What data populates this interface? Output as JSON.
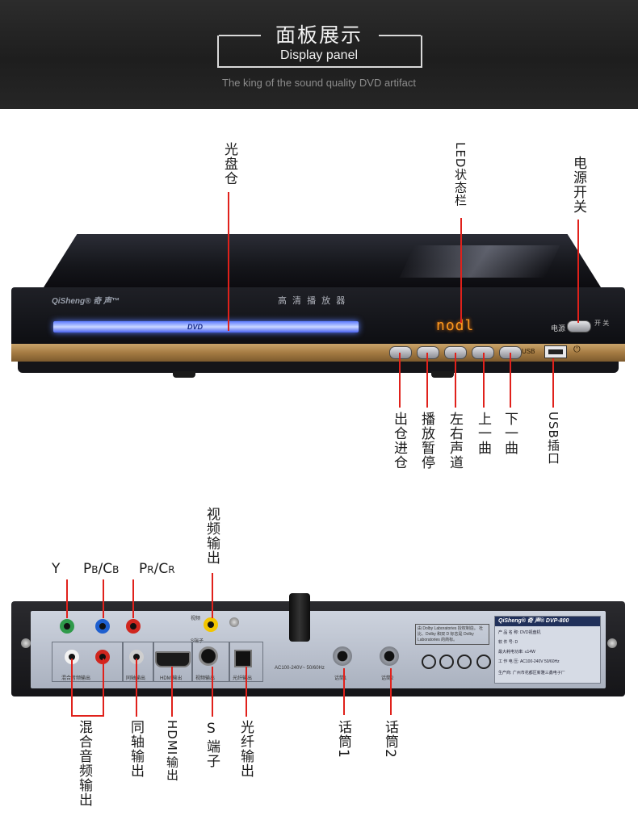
{
  "header": {
    "title_zh": "面板展示",
    "title_en": "Display panel",
    "subtitle": "The king of the sound quality DVD artifact"
  },
  "front_device": {
    "brand": "QiSheng® 奇 声™",
    "model_text": "高 清 播 放 器",
    "tray_logo": "DVD",
    "led_readout": "nodl",
    "power_label": "电源",
    "power_symbol": "开\n关",
    "usb_text": "USB",
    "standby_icon": "⏻"
  },
  "front_labels": {
    "disc_tray": "光盘仓",
    "led_status": "LED状态栏",
    "power_switch": "电源开关",
    "eject": "出仓进仓",
    "play_pause": "播放暂停",
    "channel": "左右声道",
    "prev": "上一曲",
    "next": "下一曲",
    "usb": "USB插口"
  },
  "rear_device": {
    "spec_header": "QiSheng® 奇 声® DVP-800",
    "spec_rows": [
      "产 品 名 称:    DVD视盘机",
      "软 件 号:       D",
      "最大耗电功率:   ≤14W",
      "工 作 电 压:    AC100-240V 50/60Hz",
      "生产商: 广州市花都区新雅三鑫电子厂"
    ],
    "dolby_text": "由 Dolby Laboratories 授权制造。 杜比、Dolby 和双 D 标志是 Dolby Laboratories 的商标。",
    "ac_text": "AC100-240V~ 50/60Hz",
    "captions": {
      "mix_audio": "混合音频输出",
      "coax": "同轴输出",
      "hdmi": "HDMI输出",
      "video": "视频输出",
      "optical": "光纤输出",
      "mic1": "话筒1",
      "mic2": "话筒2",
      "video_small": "视频",
      "svideo_small": "S端子"
    }
  },
  "rear_labels": {
    "y": "Y",
    "pb": "P",
    "pb_sub": "B",
    "cb_sep": "/C",
    "cb_sub": "B",
    "pr": "P",
    "pr_sub": "R",
    "cr_sep": "/C",
    "cr_sub": "R",
    "video_out": "视频输出",
    "mix_audio": "混合音频输出",
    "coax": "同轴输出",
    "hdmi": "HDMI输出",
    "s_terminal_1": "S",
    "s_terminal_2": "端子",
    "optical": "光纤输出",
    "mic1": "话筒1",
    "mic2": "话筒2"
  },
  "colors": {
    "banner_bg": "#242424",
    "callout_red": "#e0211b",
    "gold_strip": "#b08850",
    "led_orange": "#ff9a1f",
    "rca_green": "#2f9a4a",
    "rca_blue": "#1e5fcf",
    "rca_red": "#d0261e",
    "rca_yellow": "#f2c500",
    "rca_white": "#f2f2f2"
  }
}
